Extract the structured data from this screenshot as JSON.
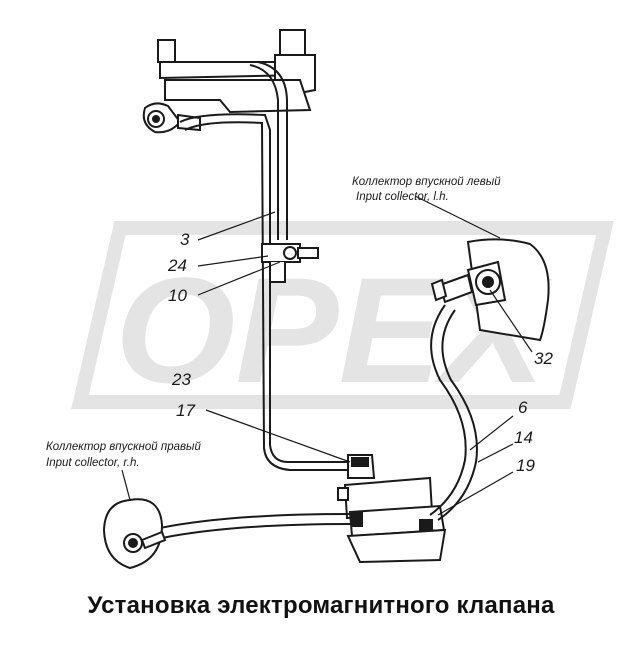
{
  "watermark": {
    "text": "OPEX",
    "color": "#e4e4e4"
  },
  "callouts": {
    "n3": "3",
    "n24": "24",
    "n10": "10",
    "n23": "23",
    "n17": "17",
    "n32": "32",
    "n6": "6",
    "n14": "14",
    "n19": "19"
  },
  "notes": {
    "left_manifold_ru": "Коллектор впускной левый",
    "left_manifold_en": "Input collector, l.h.",
    "right_manifold_ru": "Коллектор впускной правый",
    "right_manifold_en": "Input collector, r.h."
  },
  "caption": "Установка электромагнитного клапана"
}
